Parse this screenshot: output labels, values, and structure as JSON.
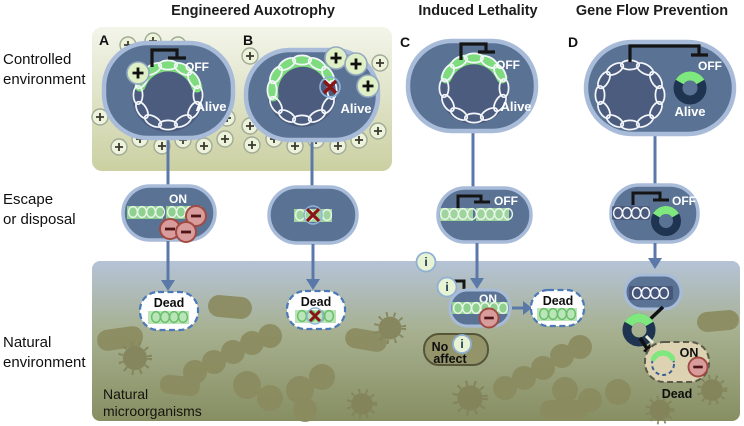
{
  "headers": {
    "col1": "Engineered Auxotrophy",
    "col2": "Induced Lethality",
    "col3": "Gene Flow Prevention"
  },
  "row_labels": {
    "controlled_1": "Controlled",
    "controlled_2": "environment",
    "escape_1": "Escape",
    "escape_2": "or disposal",
    "natural_1": "Natural",
    "natural_2": "environment"
  },
  "annotations": {
    "microbes_1": "Natural",
    "microbes_2": "microorganisms",
    "no_affect_1": "No",
    "no_affect_2": "affect"
  },
  "panels": {
    "a": {
      "letter": "A"
    },
    "b": {
      "letter": "B"
    },
    "c": {
      "letter": "C"
    },
    "d": {
      "letter": "D"
    }
  },
  "labels": {
    "off": "OFF",
    "on": "ON",
    "alive": "Alive",
    "dead": "Dead",
    "inducer": "i"
  },
  "colors": {
    "cell_body": "#5a7294",
    "cell_membrane": "#a8bcda",
    "gene_green": "#7edc7e",
    "arrow_blue": "#5b79a8",
    "repressor_black": "#151515",
    "plus_fill": "#e4f0ce",
    "minus_pink": "#d99c9c",
    "inducer_fill": "#e8f3d4",
    "plasmid_navy": "#1e3450",
    "microbe_olive": "#8b8b5f",
    "dead_border_blue": "#4a78b8",
    "controlled_bg_bottom": "#cbd0a2",
    "natural_bg_top": "#b5c3d7",
    "natural_bg_bottom": "#878e62",
    "x_mark_red": "#8a1515"
  }
}
